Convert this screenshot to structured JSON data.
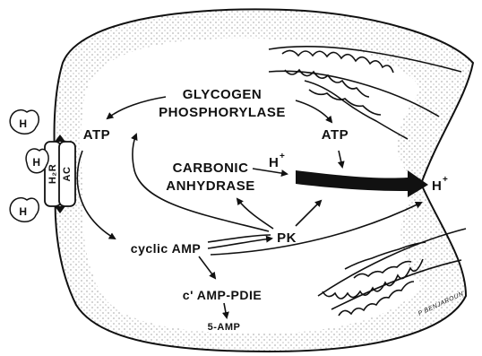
{
  "labels": {
    "glycogen": "GLYCOGEN",
    "phosphorylase": "PHOSPHORYLASE",
    "atp_left": "ATP",
    "atp_right": "ATP",
    "carbonic": "CARBONIC",
    "anhydrase": "ANHYDRASE",
    "h_plus_mid": "H",
    "h_plus_right": "H",
    "plus": "+",
    "pk": "PK",
    "cyclic_amp": "cyclic AMP",
    "c_amp_pdie": "c' AMP-PDIE",
    "five_amp": "5-AMP",
    "receptor_h2r": "H₂R",
    "receptor_ac": "AC",
    "histamine": "H",
    "signature": "P BENJAROUN"
  }
}
